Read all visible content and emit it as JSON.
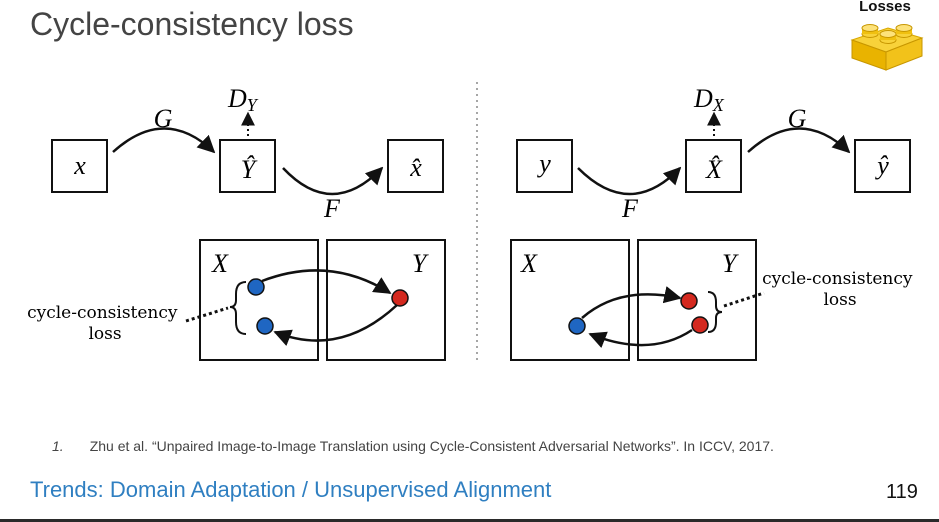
{
  "slide": {
    "title": "Cycle-consistency loss",
    "section_tag": "Losses",
    "footer_title": "Trends: Domain Adaptation / Unsupervised Alignment",
    "page_number": "119"
  },
  "footnote": {
    "number": "1.",
    "text": "Zhu et al. “Unpaired Image-to-Image Translation using Cycle-Consistent Adversarial Networks”. In ICCV, 2017."
  },
  "diagram": {
    "left": {
      "node_x": "x",
      "node_y_hat": "Ŷ",
      "node_x_hat": "x̂",
      "label_G": "G",
      "label_F": "F",
      "label_D": "D",
      "label_D_sub": "Y",
      "domain_X": "X",
      "domain_Y": "Y",
      "loss_line1": "cycle-consistency",
      "loss_line2": "loss"
    },
    "right": {
      "node_y": "y",
      "node_x_hat": "X̂",
      "node_y_hat": "ŷ",
      "label_G": "G",
      "label_F": "F",
      "label_D": "D",
      "label_D_sub": "X",
      "domain_X": "X",
      "domain_Y": "Y",
      "loss_line1": "cycle-consistency",
      "loss_line2": "loss"
    }
  },
  "colors": {
    "title_text": "#444444",
    "footer_blue": "#2f7fc1",
    "point_blue": "#1f66c2",
    "point_red": "#d4291f",
    "brick_yellow": "#f5c518"
  },
  "icons": {
    "section_icon": "yellow-lego-brick-icon"
  }
}
